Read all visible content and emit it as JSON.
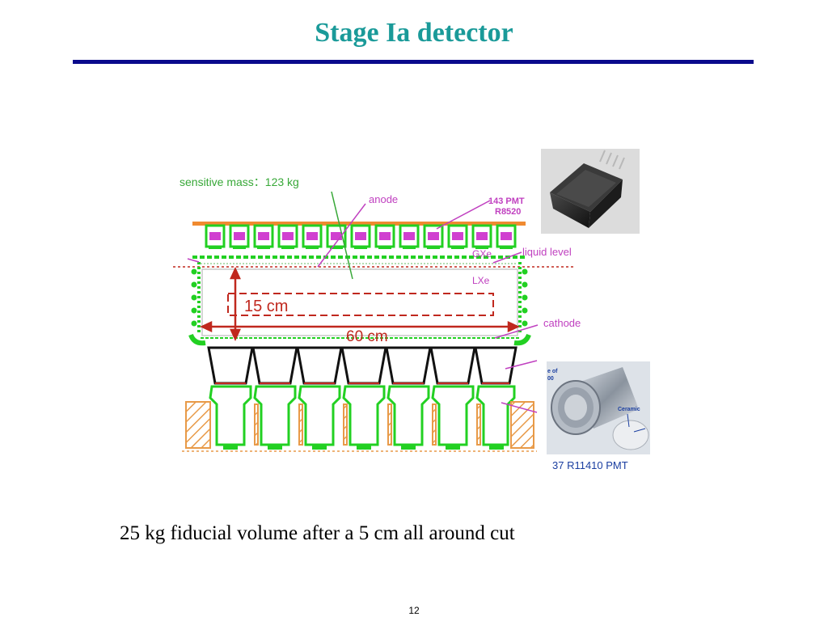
{
  "slide": {
    "title": "Stage Ia detector",
    "caption": "25 kg fiducial volume after a 5 cm all around cut",
    "page_number": "12"
  },
  "diagram": {
    "sensitive_mass_label": "sensitive mass：123 kg",
    "anode_label": "anode",
    "top_pmt_count_label": "143  PMT",
    "top_pmt_model_label": "R8520",
    "gxe_label": "GXe",
    "liquid_level_label": "liquid level",
    "lxe_label": "LXe",
    "height_label": "15 cm",
    "width_label": "60 cm",
    "cathode_label": "cathode",
    "bottom_pmt_label": "37  R11410 PMT",
    "ceramic_label": "Ceramic",
    "partial_label_line1": "e of",
    "partial_label_line2": "00",
    "colors": {
      "title": "#1a9a99",
      "rule": "#0a0a8c",
      "label_green": "#38a838",
      "label_magenta": "#c040c0",
      "dimension_red": "#c0281e",
      "support_orange": "#e89a48",
      "structure_green": "#22d022"
    }
  }
}
